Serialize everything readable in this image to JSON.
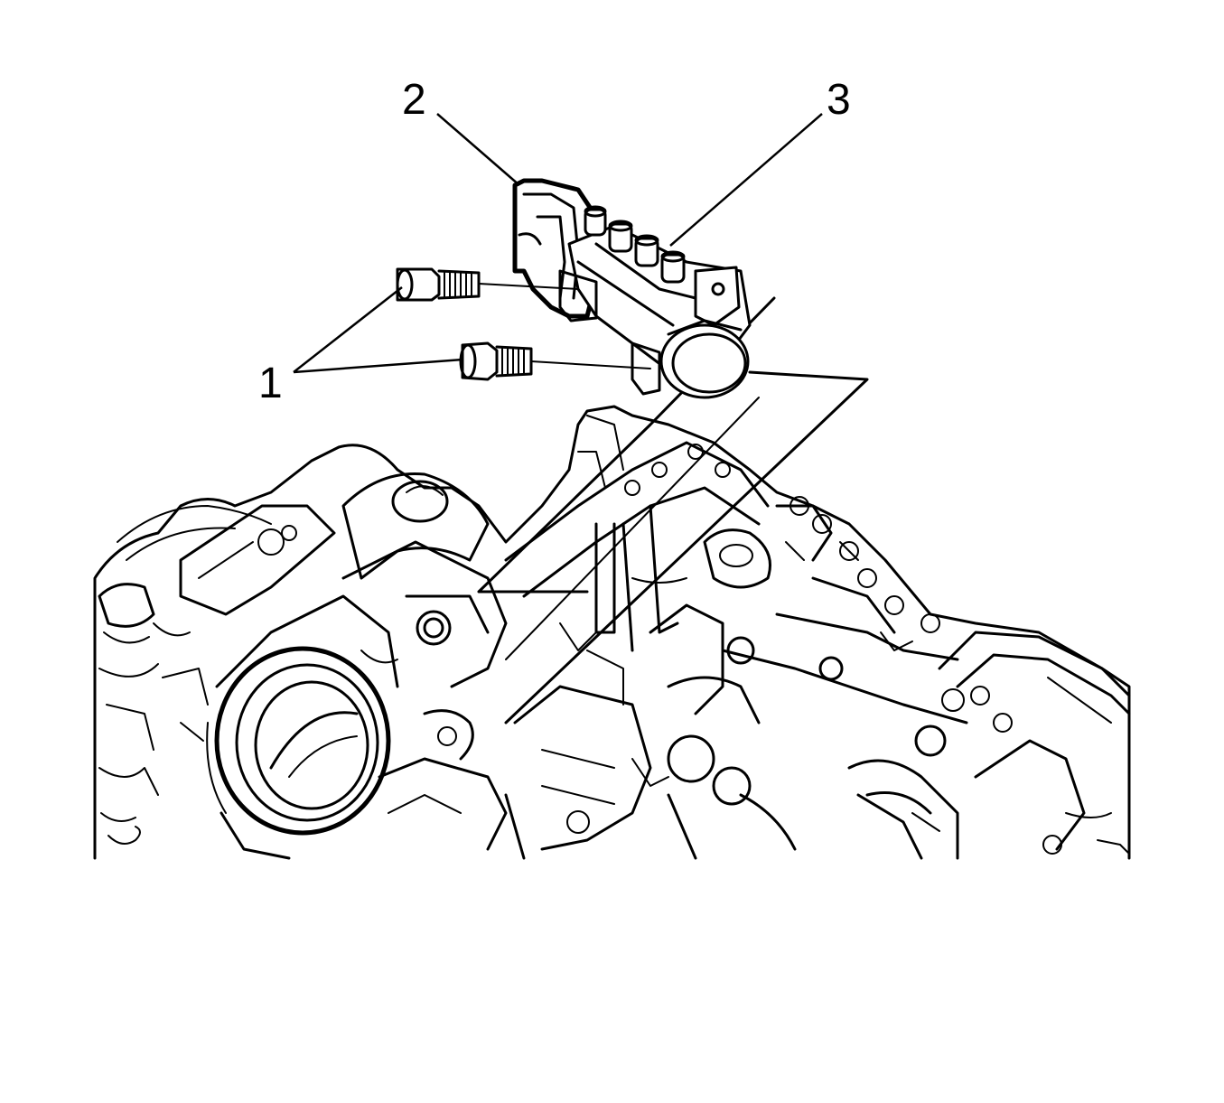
{
  "diagram": {
    "callouts": [
      {
        "id": "1",
        "label": "1"
      },
      {
        "id": "2",
        "label": "2"
      },
      {
        "id": "3",
        "label": "3"
      }
    ]
  },
  "colors": {
    "ink": "#000000",
    "background": "#ffffff"
  }
}
